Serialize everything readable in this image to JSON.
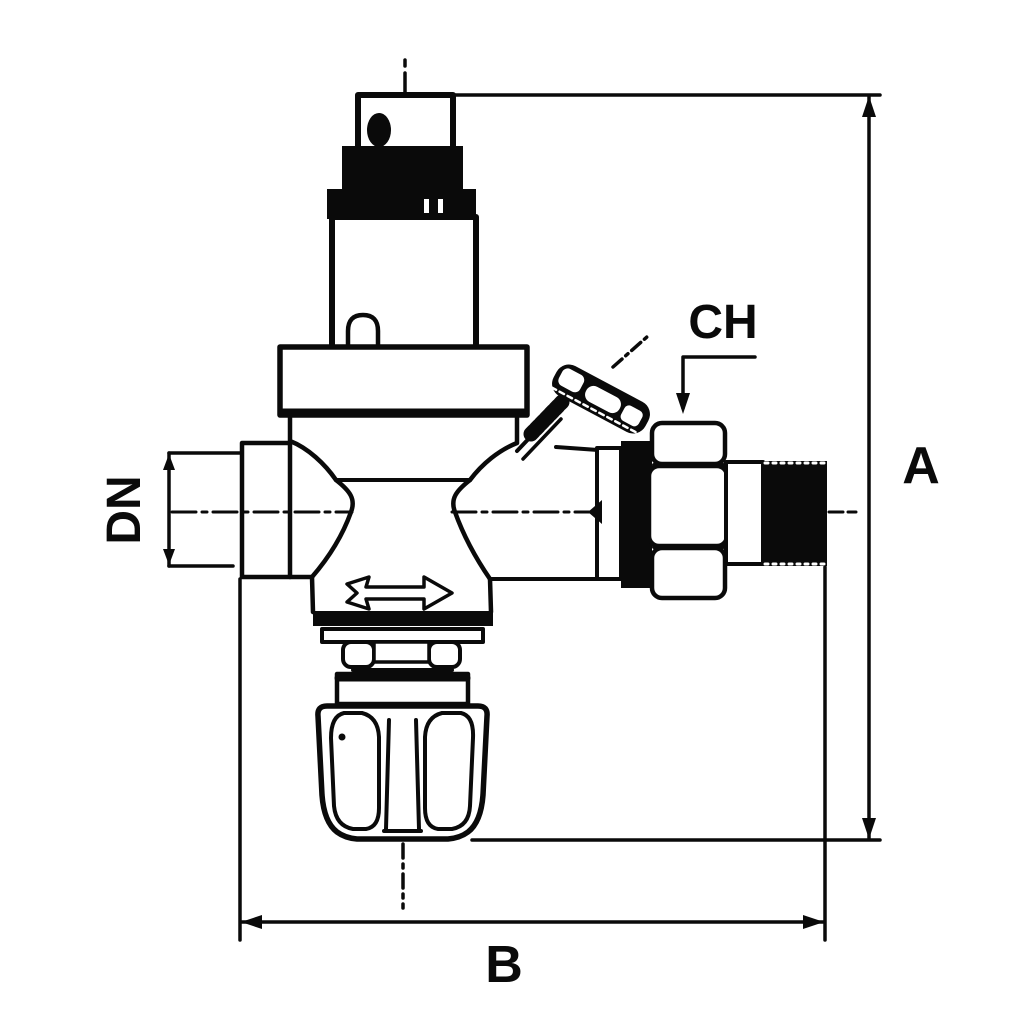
{
  "drawing": {
    "background_color": "#ffffff",
    "line_color": "#0a0a0a",
    "labels": {
      "wrench_size": "CH",
      "overall_height": "A",
      "nominal_diameter": "DN",
      "overall_width": "B"
    }
  }
}
